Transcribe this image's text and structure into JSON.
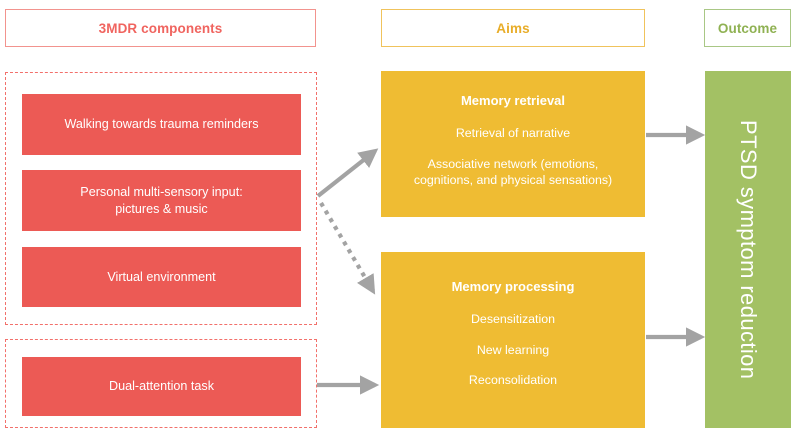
{
  "headers": {
    "components": {
      "label": "3MDR components",
      "color": "#F0645F"
    },
    "aims": {
      "label": "Aims",
      "color": "#E8AD29"
    },
    "outcome": {
      "label": "Outcome",
      "color": "#8FB152"
    }
  },
  "components": {
    "primary_group": [
      {
        "label": "Walking towards trauma reminders"
      },
      {
        "label": "Personal multi-sensory input:\npictures & music"
      },
      {
        "label": "Virtual environment"
      }
    ],
    "secondary_group": [
      {
        "label": "Dual-attention task"
      }
    ]
  },
  "aims": [
    {
      "title": "Memory retrieval",
      "lines": [
        "Retrieval of narrative",
        "Associative network (emotions,\ncognitions, and physical sensations)"
      ]
    },
    {
      "title": "Memory processing",
      "lines": [
        "Desensitization",
        "New learning",
        "Reconsolidation"
      ]
    }
  ],
  "outcome": {
    "label": "PTSD symptom reduction"
  },
  "colors": {
    "component_fill": "#EC5A55",
    "component_border": "#F2706B",
    "aim_fill": "#EFBC33",
    "aim_border": "#F0C35C",
    "outcome_fill": "#A3C164",
    "outcome_border": "#A9C785",
    "arrow": "#A3A3A3",
    "background": "#FFFFFF"
  },
  "arrows": [
    {
      "name": "components-to-memory-retrieval",
      "style": "solid"
    },
    {
      "name": "components-to-memory-processing",
      "style": "dotted"
    },
    {
      "name": "dual-attention-to-memory-processing",
      "style": "solid"
    },
    {
      "name": "memory-retrieval-to-outcome",
      "style": "solid"
    },
    {
      "name": "memory-processing-to-outcome",
      "style": "solid"
    }
  ]
}
